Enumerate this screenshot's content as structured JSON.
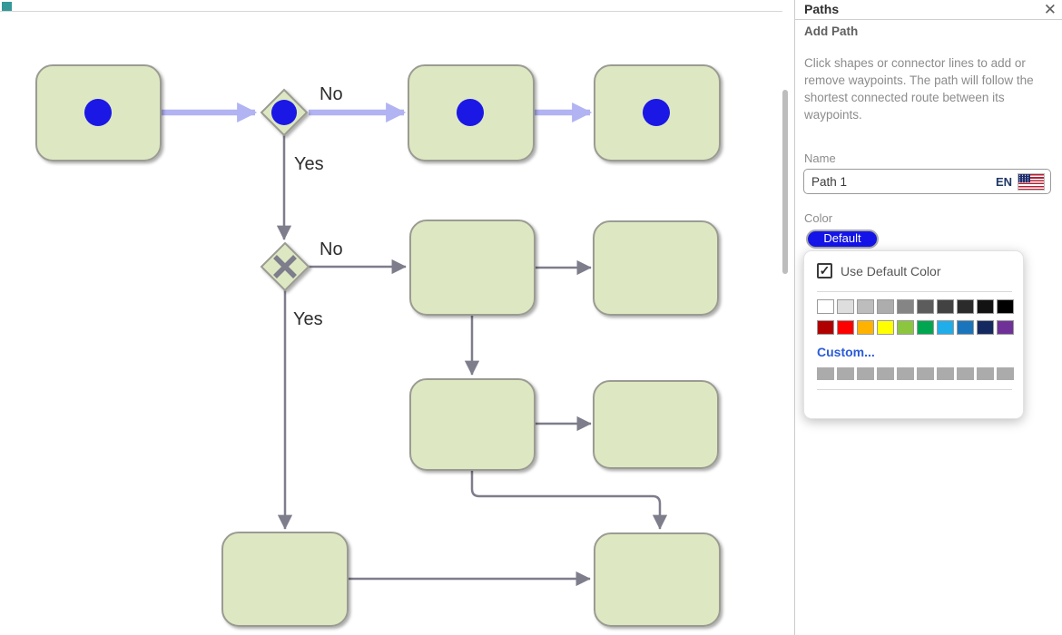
{
  "colors": {
    "shapeFill": "#dde8c2",
    "shapeStroke": "#9b9b93",
    "edgeGray": "#7d7d8c",
    "edgeHighlight": "#b1b3f2",
    "waypoint": "#1b18e6",
    "labelText": "#2e2e2e",
    "accentBlue": "#1414e8",
    "linkBlue": "#2b5bd8",
    "tealMarker": "#339999"
  },
  "diagram": {
    "edge_labels": {
      "no1": "No",
      "yes1": "Yes",
      "no2": "No",
      "yes2": "Yes"
    },
    "waypoint_count": 4,
    "node_count": 11
  },
  "panel": {
    "title": "Paths",
    "close_glyph": "✕",
    "section_title": "Add Path",
    "description": "Click shapes or connector lines to add or remove waypoints. The path will follow the shortest connected route between its waypoints.",
    "name_label": "Name",
    "name_value": "Path 1",
    "lang_code": "EN",
    "color_label": "Color",
    "default_button": "Default",
    "popup": {
      "checkbox_label": "Use Default Color",
      "checkbox_checked": true,
      "checkbox_glyph": "✓",
      "custom_link": "Custom...",
      "palette_row1": [
        "#FFFFFF",
        "#DEDEDE",
        "#BDBDBD",
        "#ADADAD",
        "#858585",
        "#5C5C5C",
        "#424242",
        "#2B2B2B",
        "#121212",
        "#000000"
      ],
      "palette_row2": [
        "#B00000",
        "#FF0000",
        "#FFB300",
        "#FFFF00",
        "#8CC63F",
        "#00A650",
        "#1FAEE9",
        "#1B75BC",
        "#152961",
        "#6F3198"
      ],
      "custom_row": [
        "#ABABAB",
        "#ABABAB",
        "#ABABAB",
        "#ABABAB",
        "#ABABAB",
        "#ABABAB",
        "#ABABAB",
        "#ABABAB",
        "#ABABAB",
        "#ABABAB"
      ]
    }
  }
}
